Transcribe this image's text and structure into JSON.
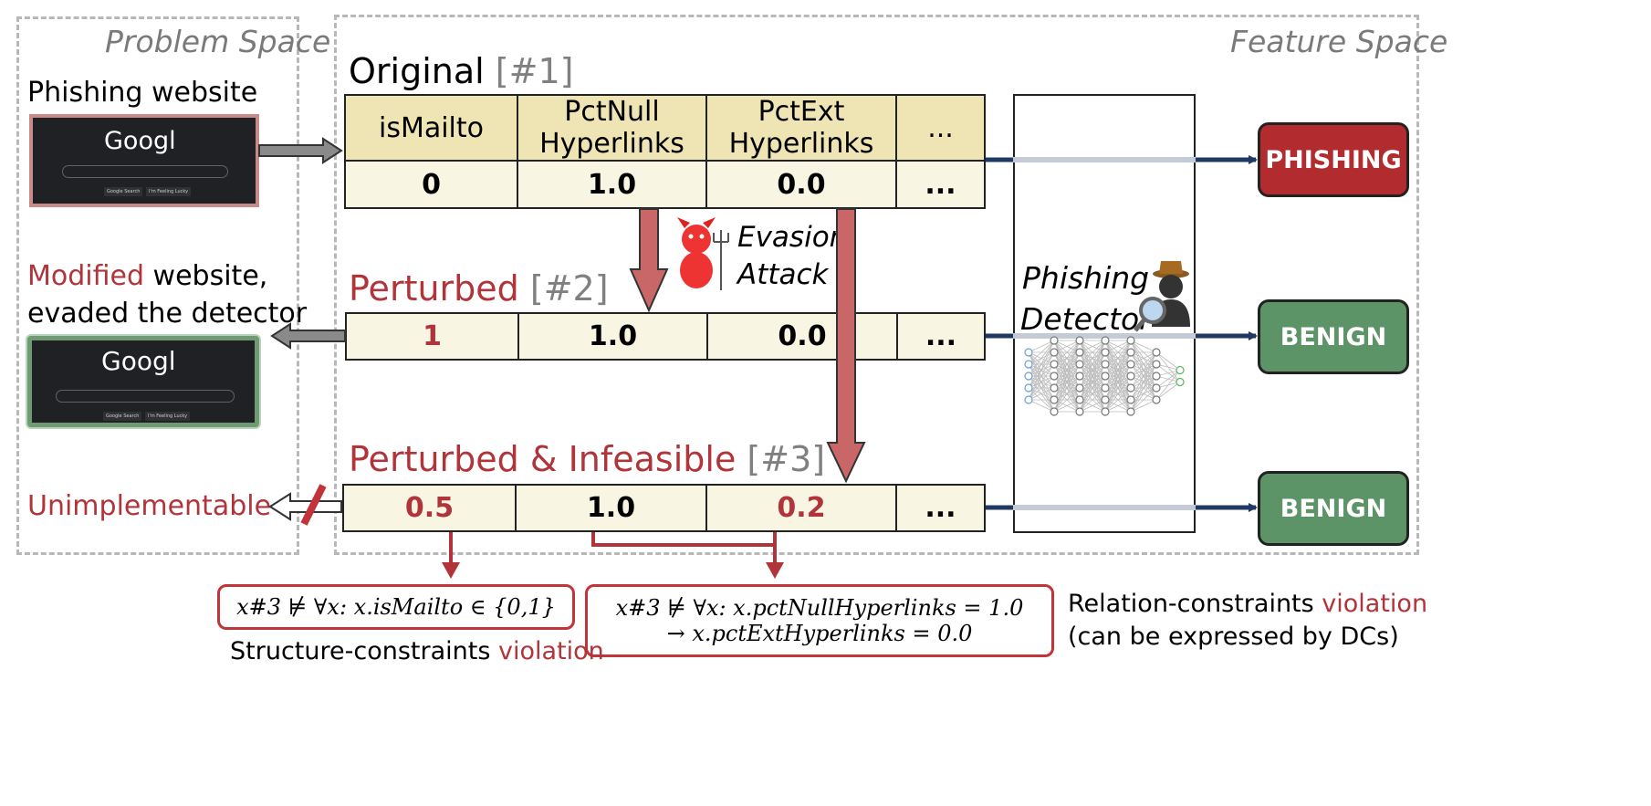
{
  "problem_space": {
    "label": "Problem Space",
    "phishing_label": "Phishing website",
    "modified_word": "Modified",
    "modified_rest": " website,",
    "modified_line2": "evaded the detector",
    "unimplementable": "Unimplementable",
    "logo_text": "Googl",
    "btn_search": "Google Search",
    "btn_lucky": "I'm Feeling Lucky"
  },
  "feature_space": {
    "label": "Feature Space",
    "original": {
      "title": "Original",
      "tag": "[#1]"
    },
    "perturbed": {
      "title": "Perturbed",
      "tag": "[#2]"
    },
    "infeasible": {
      "title": "Perturbed & Infeasible",
      "tag": "[#3]"
    },
    "headers": {
      "c1": "isMailto",
      "c2a": "PctNull",
      "c2b": "Hyperlinks",
      "c3a": "PctExt",
      "c3b": "Hyperlinks",
      "c4": "..."
    },
    "row1": {
      "c1": "0",
      "c2": "1.0",
      "c3": "0.0",
      "c4": "..."
    },
    "row2": {
      "c1": "1",
      "c2": "1.0",
      "c3": "0.0",
      "c4": "..."
    },
    "row3": {
      "c1": "0.5",
      "c2": "1.0",
      "c3": "0.2",
      "c4": "..."
    },
    "evasion_line1": "Evasion",
    "evasion_line2": "Attack",
    "detector_line1": "Phishing",
    "detector_line2": "Detector"
  },
  "outputs": {
    "o1": "PHISHING",
    "o2": "BENIGN",
    "o3": "BENIGN"
  },
  "constraints": {
    "formula1": "x#3 ⊭ ∀x: x.isMailto ∈ {0,1}",
    "formula2a": "x#3 ⊭ ∀x: x.pctNullHyperlinks = 1.0",
    "formula2b": "→ x.pctExtHyperlinks = 0.0",
    "structure_text": "Structure-constraints ",
    "relation_text": "Relation-constraints ",
    "violation": "violation",
    "relation_line2": "(can be expressed by DCs)"
  },
  "colors": {
    "accent_red": "#b0343a",
    "phishing": "#b22b2f",
    "benign": "#5c9468",
    "arrow_blue": "#1f3864",
    "header": "#eee4b4",
    "cell": "#f8f5e3"
  }
}
